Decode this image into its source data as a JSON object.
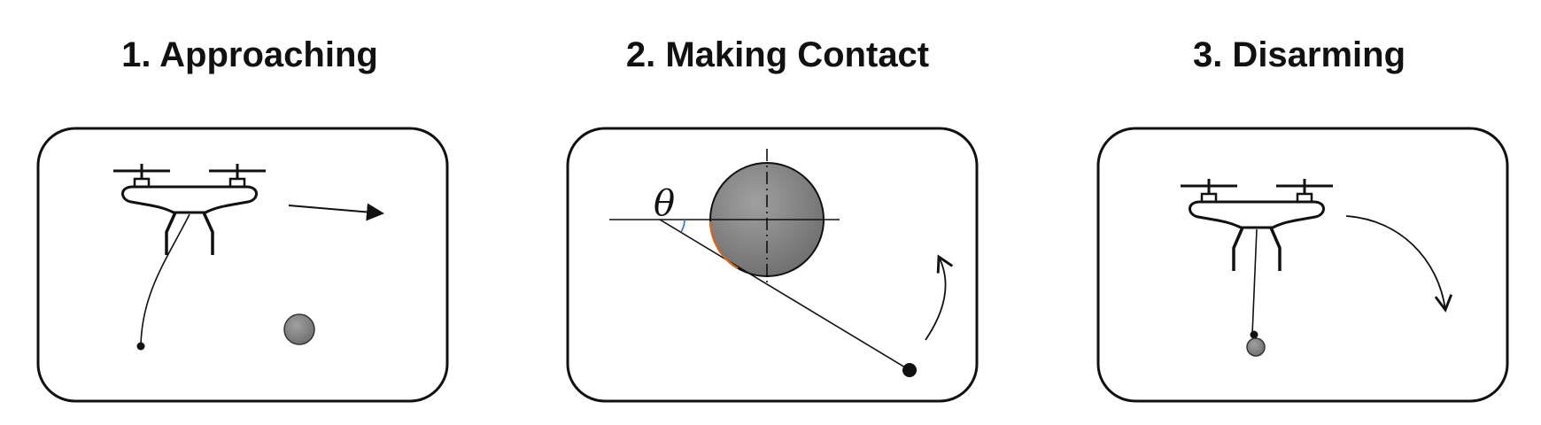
{
  "panels": [
    {
      "title": "1. Approaching"
    },
    {
      "title": "2. Making Contact",
      "angle_label": "θ"
    },
    {
      "title": "3. Disarming"
    }
  ],
  "colors": {
    "outline": "#111111",
    "ball_fill": "#8a8a8a",
    "ball_gradient_light": "#a0a0a0",
    "ball_gradient_dark": "#6e6e6e",
    "contact_arc": "#d2691e",
    "angle_arc": "#3a7bd5"
  }
}
